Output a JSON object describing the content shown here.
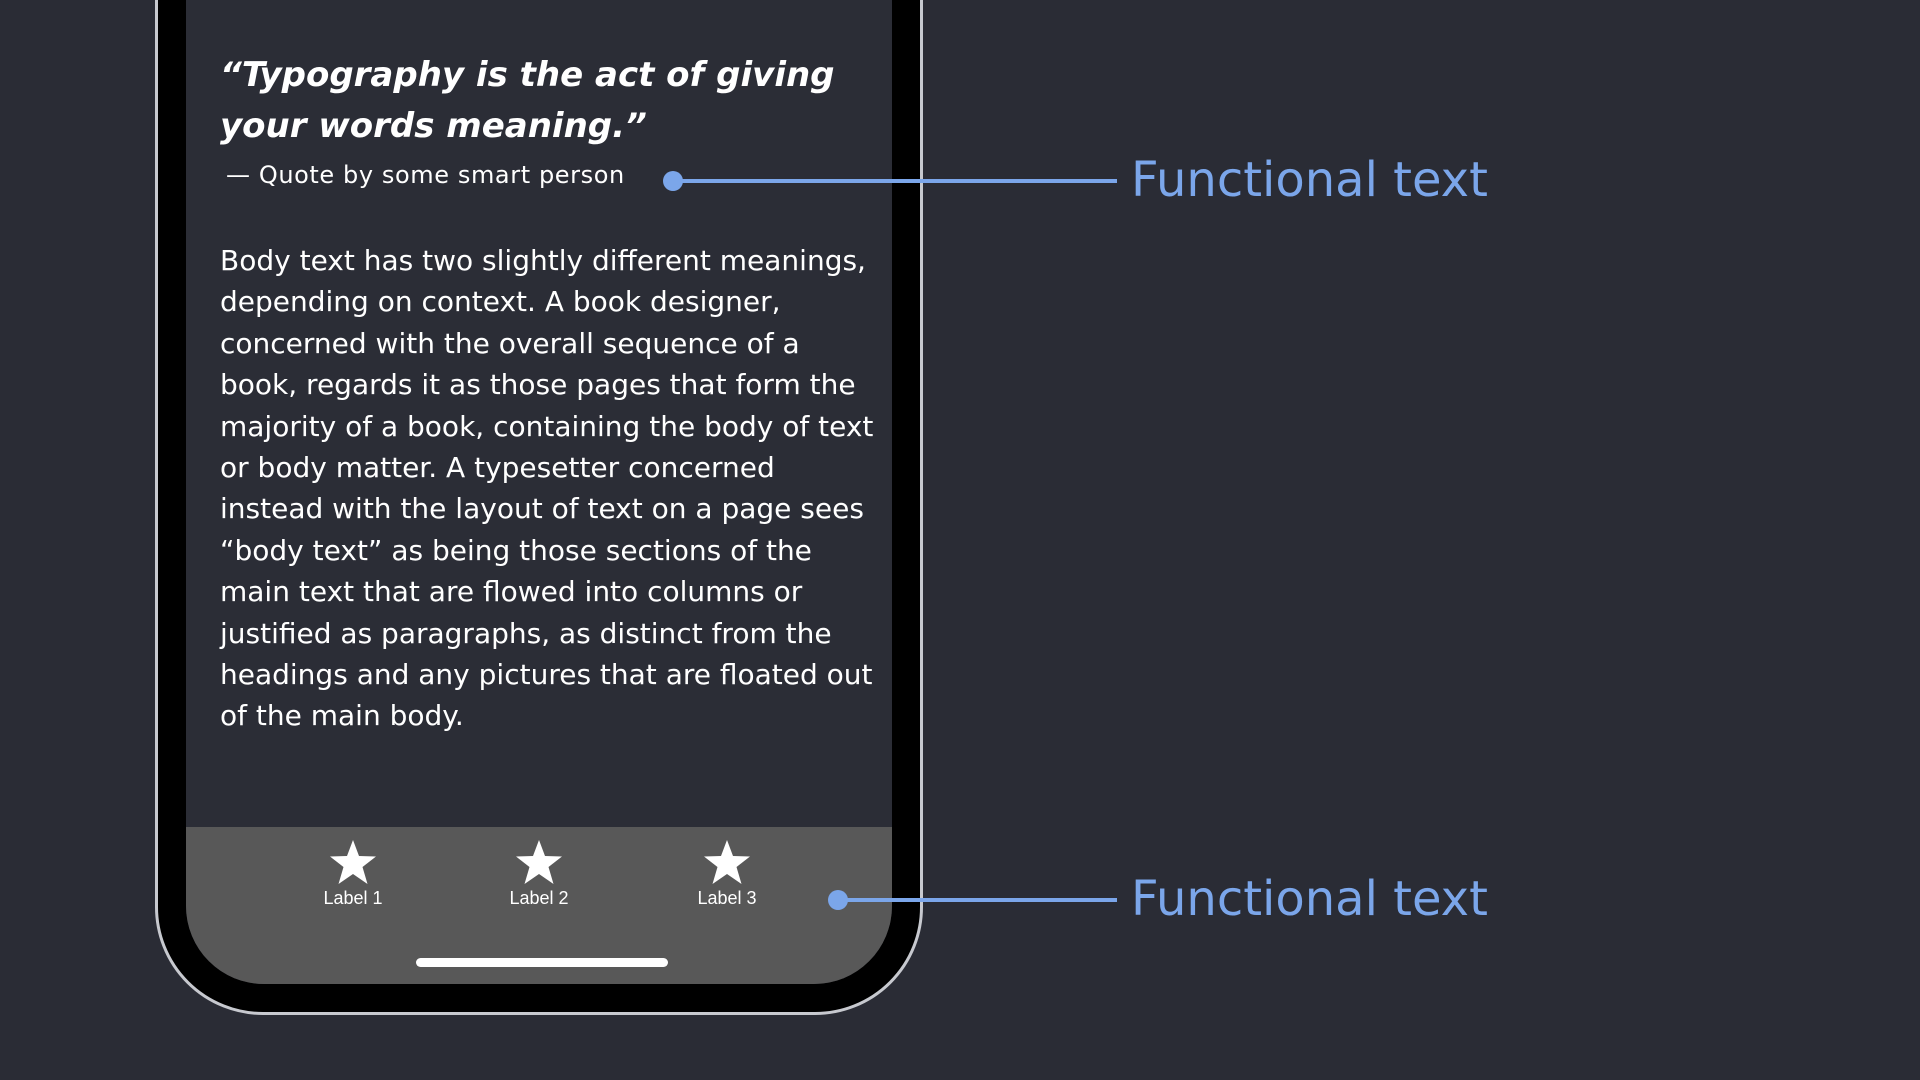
{
  "phone": {
    "quote": "“Typography is the act of giving\n your words meaning.”",
    "attribution": "— Quote by some smart person",
    "body": "Body text has two slightly different meanings, depending on context. A book designer, concerned with the overall sequence of a book, regards it as those pages that form the majority of a book, containing the body of text or body matter. A typesetter concerned instead with the layout of text on a page sees “body text” as being those sections of the main text that are flowed into columns or justified as paragraphs, as distinct from the headings and any pictures that are floated out of the main body.",
    "tab_bar": {
      "tabs": [
        {
          "label": "Label 1",
          "icon": "star-icon"
        },
        {
          "label": "Label 2",
          "icon": "star-icon"
        },
        {
          "label": "Label 3",
          "icon": "star-icon"
        }
      ]
    }
  },
  "annotations": [
    {
      "label": "Functional text",
      "target": "attribution"
    },
    {
      "label": "Functional text",
      "target": "tab-label-3"
    }
  ],
  "colors": {
    "background": "#2a2c35",
    "screen": "#2b2d36",
    "tab_bar": "#585858",
    "accent": "#7ba6ea",
    "text": "#ffffff"
  }
}
